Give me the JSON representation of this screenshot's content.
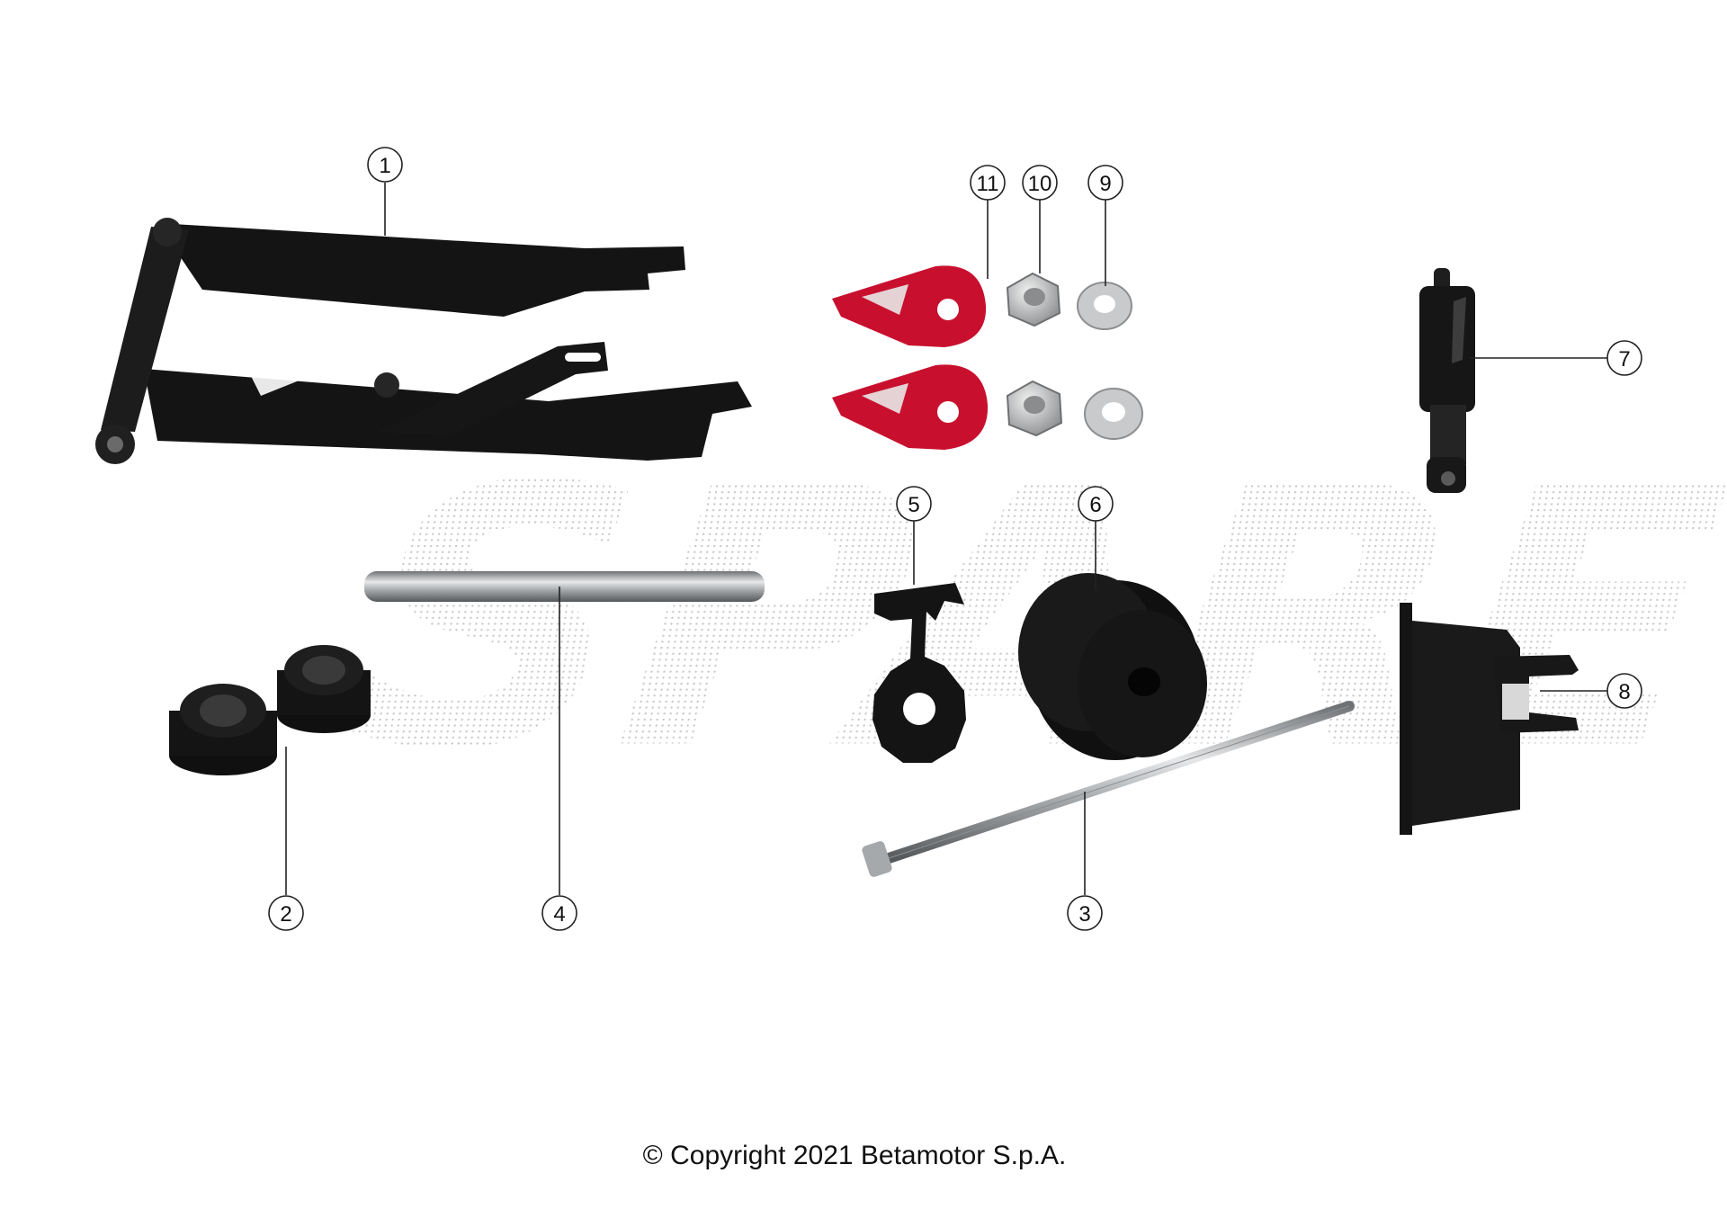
{
  "diagram": {
    "watermark": "SPARE",
    "colors": {
      "part_black": "#141414",
      "anodized_red": "#c8102e",
      "steel": "#b9bcbf",
      "line": "#222222"
    },
    "parts": [
      {
        "number": "1",
        "icon": "swingarm-icon"
      },
      {
        "number": "2",
        "icon": "bushing-icon"
      },
      {
        "number": "3",
        "icon": "long-bolt-icon"
      },
      {
        "number": "4",
        "icon": "pivot-shaft-icon"
      },
      {
        "number": "5",
        "icon": "chain-slider-icon"
      },
      {
        "number": "6",
        "icon": "chain-roller-icon"
      },
      {
        "number": "7",
        "icon": "shock-absorber-icon"
      },
      {
        "number": "8",
        "icon": "bracket-icon"
      },
      {
        "number": "9",
        "icon": "washer-icon"
      },
      {
        "number": "10",
        "icon": "flange-nut-icon"
      },
      {
        "number": "11",
        "icon": "chain-adjuster-icon"
      }
    ]
  },
  "footer": {
    "copyright": "© Copyright 2021 Betamotor S.p.A."
  }
}
